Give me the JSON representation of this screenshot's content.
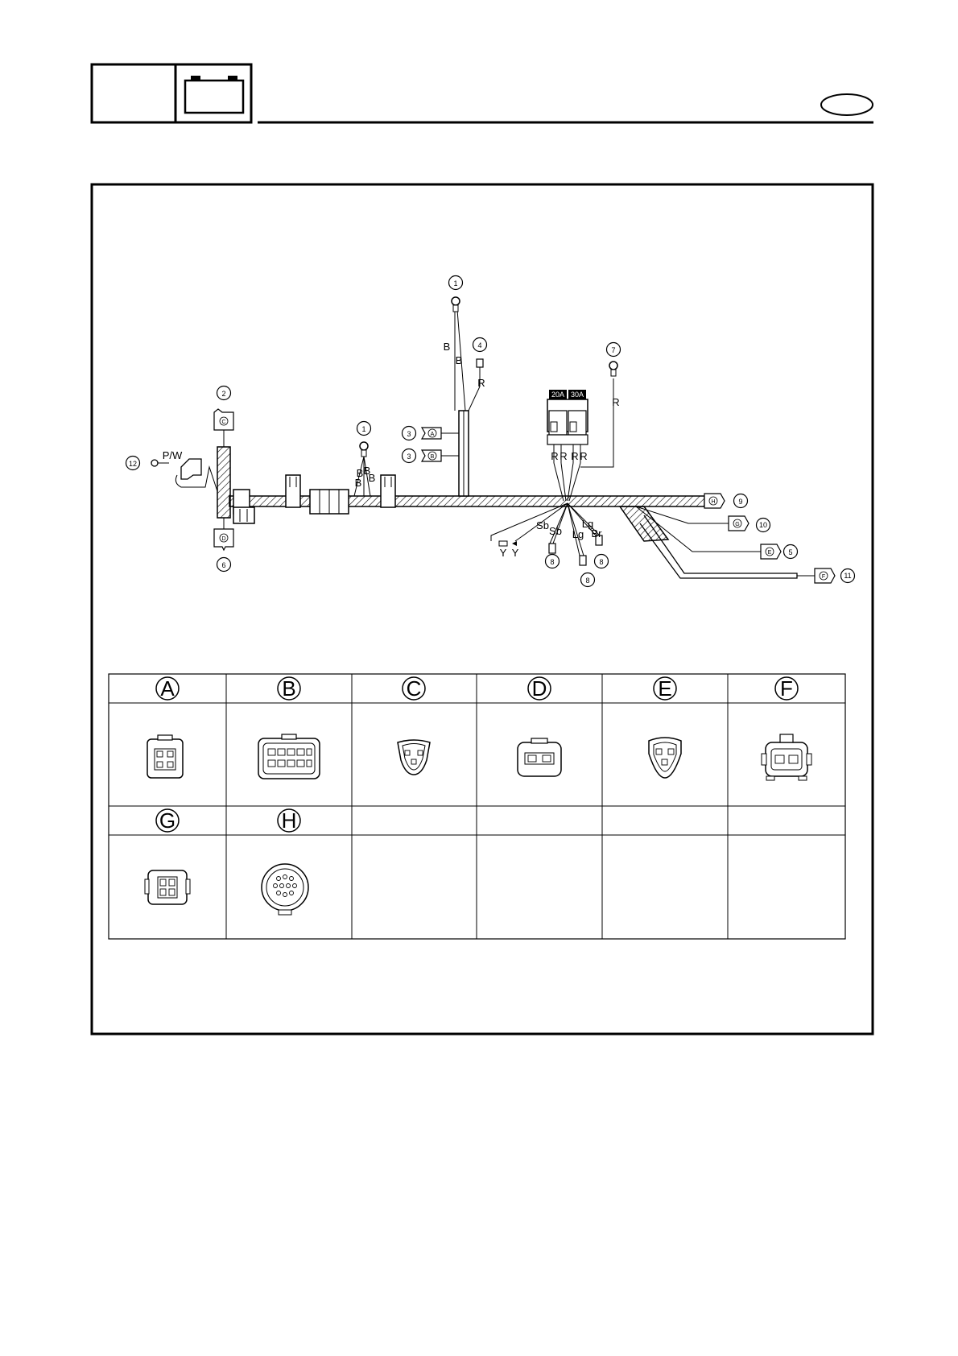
{
  "callouts": {
    "c1": "1",
    "c2": "2",
    "c3": "3",
    "c4": "4",
    "c5": "5",
    "c6": "6",
    "c7": "7",
    "c8": "8",
    "c9": "9",
    "c10": "10",
    "c11": "11",
    "c12": "12"
  },
  "wire_labels": {
    "b": "B",
    "r": "R",
    "pw": "P/W",
    "sb": "Sb",
    "lg": "Lg",
    "br": "Br",
    "y": "Y"
  },
  "tags": {
    "a": "A",
    "b": "B",
    "c": "C",
    "d": "D",
    "e": "E",
    "f": "F",
    "g": "G",
    "h": "H"
  },
  "fuses": {
    "f1": "20A",
    "f2": "30A"
  },
  "connector_table": {
    "row1_headers": [
      "A",
      "B",
      "C",
      "D",
      "E",
      "F"
    ],
    "row2_headers": [
      "G",
      "H",
      "",
      "",
      "",
      ""
    ]
  },
  "colors": {
    "line": "#000000",
    "hatch": "#000000",
    "background": "#ffffff"
  }
}
